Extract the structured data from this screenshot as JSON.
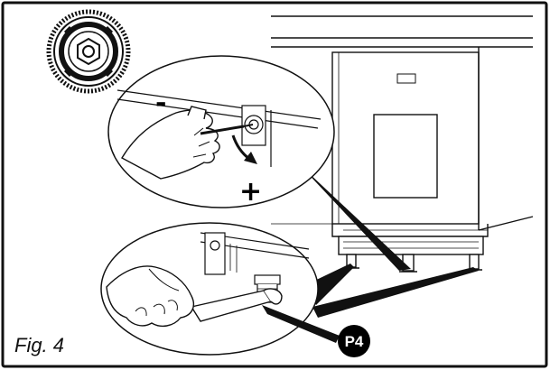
{
  "figure": {
    "caption": "Fig. 4",
    "minus_sign": "-",
    "plus_sign": "+",
    "part_badge": "P4"
  },
  "colors": {
    "ink": "#111111",
    "paper": "#ffffff",
    "badge": "#000000"
  },
  "icons": {
    "adjuster-top-view": "adjuster-foot-top-view-icon",
    "hand-screwdriver": "hand-with-screwdriver",
    "hand-wrench": "hand-with-wrench"
  }
}
